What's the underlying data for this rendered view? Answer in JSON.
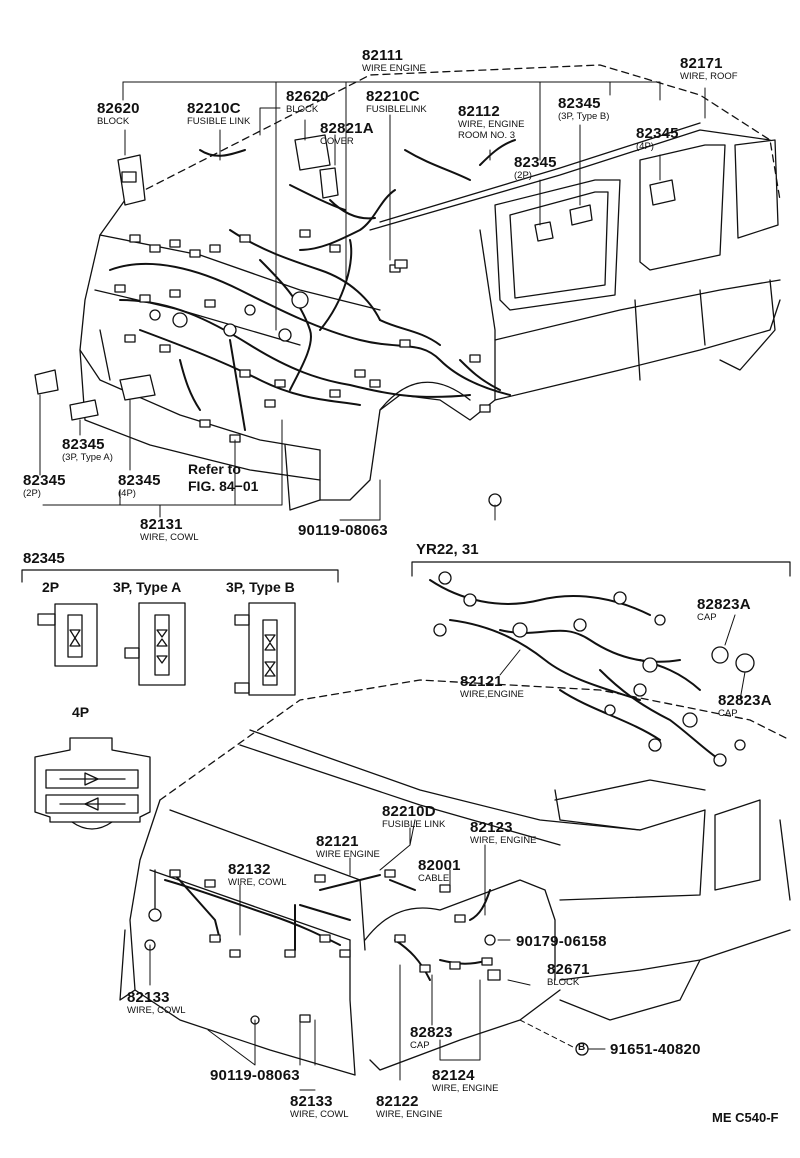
{
  "parts": {
    "p82111": {
      "num": "82111",
      "name": "WIRE ENGINE"
    },
    "p82171": {
      "num": "82171",
      "name": "WIRE, ROOF"
    },
    "p82620a": {
      "num": "82620",
      "name": "BLOCK"
    },
    "p82210c_a": {
      "num": "82210C",
      "name": "FUSIBLE LINK"
    },
    "p82620b": {
      "num": "82620",
      "name": "BLOCK"
    },
    "p82821a": {
      "num": "82821A",
      "name": "COVER"
    },
    "p82210c_b": {
      "num": "82210C",
      "name": "FUSIBLELINK"
    },
    "p82112": {
      "num": "82112",
      "name1": "WIRE, ENGINE",
      "name2": "ROOM NO. 3"
    },
    "p82345_3pb": {
      "num": "82345",
      "name": "(3P, Type B)"
    },
    "p82345_4p_top": {
      "num": "82345",
      "name": "(4P)"
    },
    "p82345_2p_top": {
      "num": "82345",
      "name": "(2P)"
    },
    "p82345_3pa": {
      "num": "82345",
      "name": "(3P, Type A)"
    },
    "p82345_2p_left": {
      "num": "82345",
      "name": "(2P)"
    },
    "p82345_4p_left": {
      "num": "82345",
      "name": "(4P)"
    },
    "refer": {
      "line1": "Refer to",
      "line2": "FIG. 84−01"
    },
    "p82131": {
      "num": "82131",
      "name": "WIRE, COWL"
    },
    "p90119_top": {
      "num": "90119-08063"
    },
    "p82121_a": {
      "num": "82121",
      "name": "WIRE,ENGINE"
    },
    "p82823a_1": {
      "num": "82823A",
      "name": "CAP"
    },
    "p82823a_2": {
      "num": "82823A",
      "name": "CAP"
    },
    "p82210d": {
      "num": "82210D",
      "name": "FUSIBLE LINK"
    },
    "p82121_b": {
      "num": "82121",
      "name": "WIRE ENGINE"
    },
    "p82123": {
      "num": "82123",
      "name": "WIRE, ENGINE"
    },
    "p82132": {
      "num": "82132",
      "name": "WIRE, COWL"
    },
    "p82001": {
      "num": "82001",
      "name": "CABLE"
    },
    "p90179": {
      "num": "90179-06158"
    },
    "p82671": {
      "num": "82671",
      "name": "BLOCK"
    },
    "p82133_a": {
      "num": "82133",
      "name": "WIRE, COWL"
    },
    "p82823": {
      "num": "82823",
      "name": "CAP"
    },
    "p91651": {
      "num": "91651-40820",
      "symbol": "B"
    },
    "p90119_bot": {
      "num": "90119-08063"
    },
    "p82124": {
      "num": "82124",
      "name": "WIRE, ENGINE"
    },
    "p82133_b": {
      "num": "82133",
      "name": "WIRE, COWL"
    },
    "p82122": {
      "num": "82122",
      "name": "WIRE, ENGINE"
    }
  },
  "connector_legend": {
    "part": "82345",
    "types": [
      "2P",
      "3P, Type A",
      "3P, Type B"
    ],
    "type_4p": "4P"
  },
  "model_label": "YR22, 31",
  "figure_code": "ME C540-F"
}
